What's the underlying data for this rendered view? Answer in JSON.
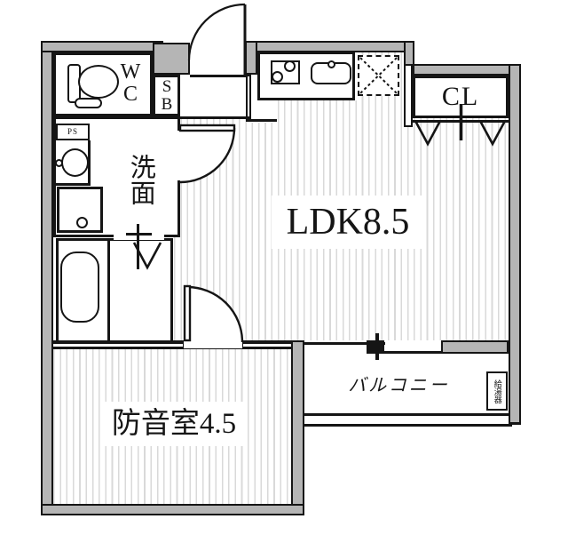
{
  "plan": {
    "title": "apartment-floor-plan",
    "colors": {
      "wall_fill": "#b5b5b5",
      "line": "#151515",
      "floor_stripe": "#d9d9d9",
      "background": "#ffffff"
    },
    "labels": {
      "wc": "WC",
      "shoe_box": "SB",
      "pipe_space": "PS",
      "washroom": "洗面",
      "ldk": "LDK8.5",
      "closet": "CL",
      "soundproof_room": "防音室4.5",
      "balcony": "バルコニー",
      "water_heater": "給湯器"
    }
  }
}
